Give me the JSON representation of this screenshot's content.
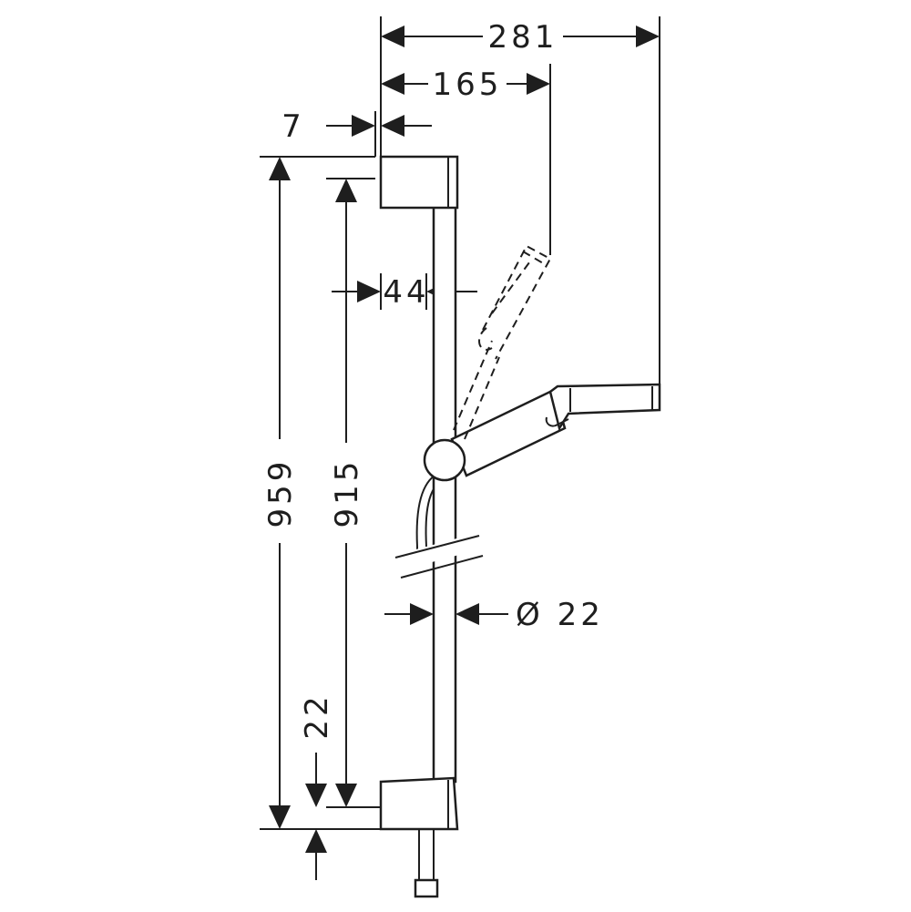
{
  "dimensions": {
    "total_depth": "281",
    "head_depth": "165",
    "wall_offset": "7",
    "rail_offset": "44",
    "total_height": "959",
    "rail_length": "915",
    "bracket_height": "22",
    "rail_diameter": "Ø 22"
  },
  "colors": {
    "line": "#1e1e1e",
    "background": "#ffffff"
  }
}
